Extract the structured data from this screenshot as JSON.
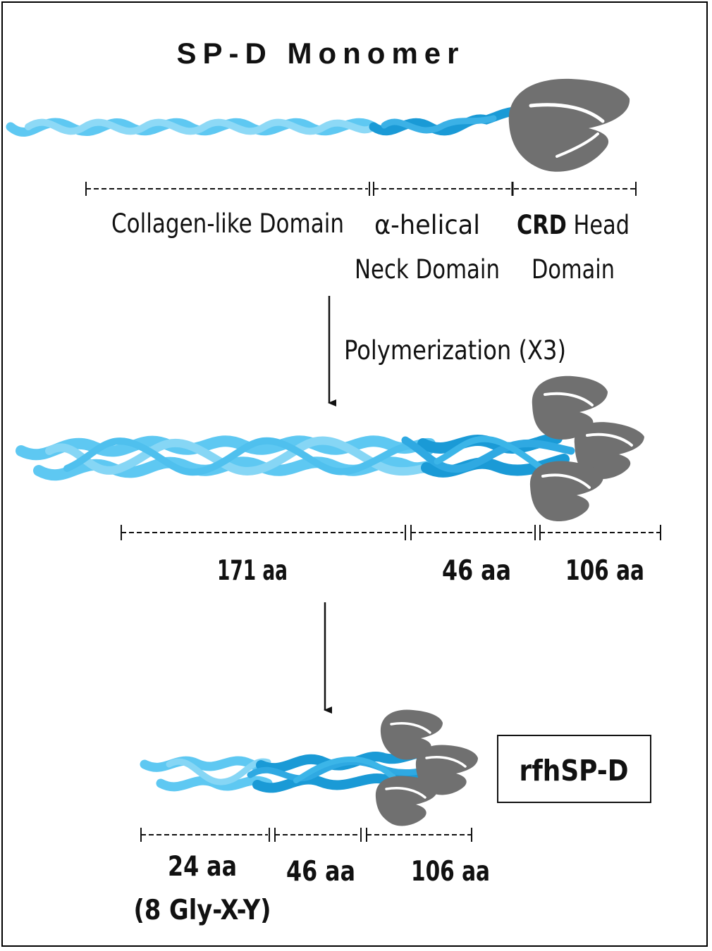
{
  "title": "SP-D Monomer",
  "monomer": {
    "labels": {
      "collagen": "Collagen-like Domain",
      "neck_line1": "α-helical",
      "neck_line2": "Neck Domain",
      "crd_bold": "CRD",
      "crd_head": " Head",
      "crd_line2": "Domain"
    }
  },
  "step1_label": "Polymerization (X3)",
  "trimer": {
    "collagen_aa": "171 aa",
    "neck_aa": "46 aa",
    "crd_aa": "106 aa"
  },
  "fragment": {
    "box_label": "rfhSP-D",
    "collagen_aa": "24 aa",
    "collagen_note": "(8 Gly-X-Y)",
    "neck_aa": "46 aa",
    "crd_aa": "106 aa"
  },
  "colors": {
    "collagen": "#5ec8f2",
    "neck": "#1a9ad6",
    "crd": "#707070",
    "crd_groove": "#ffffff",
    "text": "#111111"
  }
}
